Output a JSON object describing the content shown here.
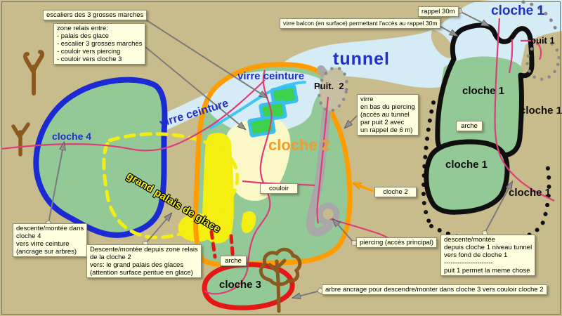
{
  "palette": {
    "background": "#c9bc8c",
    "water": "#d5ebf5",
    "green_region": "#93c897",
    "cloche4_outline": "#1b2ad2",
    "cloche2_outline": "#ff9d00",
    "cloche3_outline": "#e41616",
    "cloche1_outline": "#0f0f0f",
    "ice_yellow": "#f4ef10",
    "pale_yellow": "#f9f8c6",
    "route_pink": "#dd3d78",
    "stairs_green": "#3ed14e",
    "stairs_cyan": "#38bef0",
    "piercing_grey": "#a8a8a8",
    "tree_brown": "#8a5a1e",
    "callout_bg": "#ffffe0"
  },
  "labels": {
    "tunnel": "tunnel",
    "cloche1_blue": "cloche 1",
    "cloche1_top_green": "cloche 1",
    "cloche1_right": "cloche 1",
    "cloche1_mid_green": "cloche 1",
    "cloche1_bottom_right": "cloche 1",
    "cloche2": "cloche 2",
    "cloche3": "cloche 3",
    "cloche4": "cloche 4",
    "virre_ceinture_top": "virre ceinture",
    "virre_ceinture_band": "virre ceinture",
    "grand_palais": "grand palais de glace",
    "puit1": "puit 1",
    "puit2": "Puit.  2"
  },
  "callouts": {
    "escaliers": "escaliers des 3 grosses marches",
    "zone_relais": {
      "l1": "zone relais entre:",
      "l2": "- palais des glace",
      "l3": "- escalier 3 grosses marches",
      "l4": "- couloir vers piercing",
      "l5": "- couloir vers cloche 3"
    },
    "virre_balcon": "virre balcon (en surface) permettant l'accès au rappel 30m",
    "rappel30": "rappel 30m",
    "virre_piercing": {
      "l1": "virre",
      "l2": "en bas du piercing",
      "l3": "(accés au tunnel",
      "l4": "par puit 2 avec",
      "l5": "un rappel de 6 m)"
    },
    "cloche2_box": "cloche 2",
    "couloir": "couloir",
    "arche_right": "arche",
    "arche_bottom": "arche",
    "descente_cloche4": {
      "l1": "descente/montée dans",
      "l2": "cloche 4",
      "l3": "vers virre ceinture",
      "l4": "(ancrage sur arbres)"
    },
    "descente_relais": {
      "l1": "Descente/montée depuis zone relais",
      "l2": "de la cloche 2",
      "l3": "vers: le grand palais des glaces",
      "l4": "(attention surface pentue en glace)"
    },
    "descente_cloche1": {
      "l1": "descente/montée",
      "l2": "depuis cloche 1 niveau tunnel",
      "l3": "vers fond de cloche 1",
      "l4": "----------------------",
      "l5": "puit 1 permet la meme chose"
    },
    "piercing": "piercing (accès principal)",
    "arbre_ancrage": "arbre ancrage pour descendre/monter dans cloche 3 vers couloir cloche 2"
  }
}
